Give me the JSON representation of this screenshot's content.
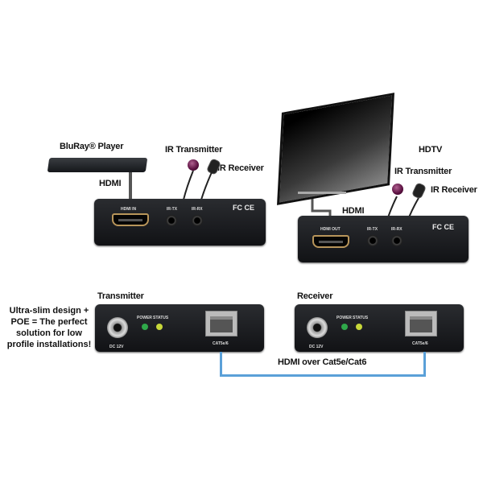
{
  "top_left": {
    "bluray_label": "BluRay® Player",
    "hdmi_label": "HDMI",
    "ir_transmitter_label": "IR Transmitter",
    "ir_receiver_label": "IR Receiver",
    "ports": {
      "hdmi": "HDMI IN",
      "ir_tx": "IR-TX",
      "ir_rx": "IR-RX"
    },
    "cert": "FC CE"
  },
  "top_right": {
    "hdtv_label": "HDTV",
    "hdmi_label": "HDMI",
    "ir_transmitter_label": "IR Transmitter",
    "ir_receiver_label": "IR Receiver",
    "ports": {
      "hdmi": "HDMI OUT",
      "ir_tx": "IR-TX",
      "ir_rx": "IR-RX"
    },
    "cert": "FC CE"
  },
  "bottom": {
    "tagline": [
      "Ultra-slim design +",
      "POE = The perfect",
      "solution for low",
      "profile installations!"
    ],
    "transmitter": {
      "label": "Transmitter",
      "dc": "DC 12V",
      "power": "POWER",
      "status": "STATUS",
      "port": "CAT5e/6"
    },
    "receiver": {
      "label": "Receiver",
      "dc": "DC 12V",
      "power": "POWER",
      "status": "STATUS",
      "port": "CAT5e/6"
    },
    "cable_label": "HDMI over Cat5e/Cat6"
  },
  "colors": {
    "cable": "#5aa0d8",
    "power_led": "#2fa84a",
    "status_led": "#c8d83a"
  }
}
